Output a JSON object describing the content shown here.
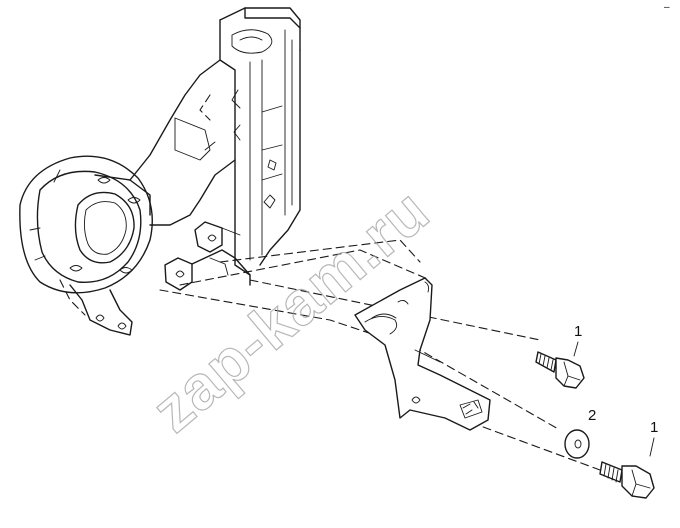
{
  "diagram": {
    "corner_mark": "–",
    "callouts": {
      "bolt_upper": "1",
      "washer": "2",
      "bolt_lower": "1"
    },
    "watermark": "zap-kam.ru"
  }
}
